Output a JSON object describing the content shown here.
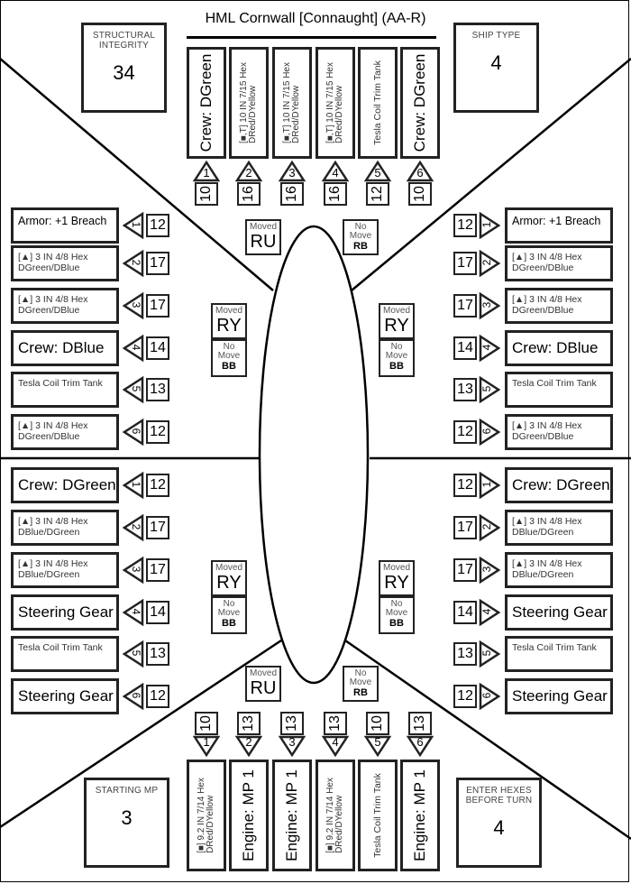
{
  "title": "HML Cornwall [Connaught] (AA-R)",
  "stats": {
    "structural_integrity": {
      "label": "STRUCTURAL INTEGRITY",
      "value": "34"
    },
    "ship_type": {
      "label": "SHIP TYPE",
      "value": "4"
    },
    "starting_mp": {
      "label": "STARTING MP",
      "value": "3"
    },
    "enter_hexes": {
      "label": "ENTER HEXES BEFORE TURN",
      "value": "4"
    }
  },
  "bow": {
    "slots": [
      {
        "num": "1",
        "value": "10",
        "text": "Crew: DGreen",
        "style": "big"
      },
      {
        "num": "2",
        "value": "16",
        "text": "[■,T] 10 IN 7/15 Hex\nDRed/DYellow",
        "style": "small"
      },
      {
        "num": "3",
        "value": "16",
        "text": "[■,T] 10 IN 7/15 Hex\nDRed/DYellow",
        "style": "small"
      },
      {
        "num": "4",
        "value": "16",
        "text": "[■,T] 10 IN 7/15 Hex\nDRed/DYellow",
        "style": "small"
      },
      {
        "num": "5",
        "value": "12",
        "text": "Tesla Coil Trim Tank",
        "style": "tesla"
      },
      {
        "num": "6",
        "value": "10",
        "text": "Crew: DGreen",
        "style": "big"
      }
    ],
    "status_left": {
      "top": "Moved",
      "code": "RU"
    },
    "status_right": {
      "top": "No Move",
      "code": "RB"
    }
  },
  "stern": {
    "slots": [
      {
        "num": "1",
        "value": "10",
        "text": "[■] 9.2 IN 7/14 Hex\nDRed/DYellow",
        "style": "small"
      },
      {
        "num": "2",
        "value": "13",
        "text": "Engine: MP 1",
        "style": "big"
      },
      {
        "num": "3",
        "value": "13",
        "text": "Engine: MP 1",
        "style": "big"
      },
      {
        "num": "4",
        "value": "13",
        "text": "[■] 9.2 IN 7/14 Hex\nDRed/DYellow",
        "style": "small"
      },
      {
        "num": "5",
        "value": "10",
        "text": "Tesla Coil Trim Tank",
        "style": "tesla"
      },
      {
        "num": "6",
        "value": "13",
        "text": "Engine: MP 1",
        "style": "big"
      }
    ],
    "status_left": {
      "top": "Moved",
      "code": "RU"
    },
    "status_right": {
      "top": "No Move",
      "code": "RB"
    }
  },
  "port_fore": {
    "slots": [
      {
        "num": "1",
        "value": "12",
        "text": "Armor: +1 Breach",
        "style": "med"
      },
      {
        "num": "2",
        "value": "17",
        "text": "[▲] 3 IN 4/8 Hex\nDGreen/DBlue",
        "style": "small"
      },
      {
        "num": "3",
        "value": "17",
        "text": "[▲] 3 IN 4/8 Hex\nDGreen/DBlue",
        "style": "small"
      },
      {
        "num": "4",
        "value": "14",
        "text": "Crew: DBlue",
        "style": "big"
      },
      {
        "num": "5",
        "value": "13",
        "text": "Tesla Coil Trim Tank",
        "style": "small"
      },
      {
        "num": "6",
        "value": "12",
        "text": "[▲] 3 IN 4/8 Hex\nDGreen/DBlue",
        "style": "small"
      }
    ],
    "status": {
      "moved": "Moved",
      "moved_code": "RY",
      "nomove": "No Move",
      "nomove_code": "BB"
    }
  },
  "starboard_fore": {
    "slots": [
      {
        "num": "1",
        "value": "12",
        "text": "Armor: +1 Breach",
        "style": "med"
      },
      {
        "num": "2",
        "value": "17",
        "text": "[▲] 3 IN 4/8 Hex\nDGreen/DBlue",
        "style": "small"
      },
      {
        "num": "3",
        "value": "17",
        "text": "[▲] 3 IN 4/8 Hex\nDGreen/DBlue",
        "style": "small"
      },
      {
        "num": "4",
        "value": "14",
        "text": "Crew: DBlue",
        "style": "big"
      },
      {
        "num": "5",
        "value": "13",
        "text": "Tesla Coil Trim Tank",
        "style": "small"
      },
      {
        "num": "6",
        "value": "12",
        "text": "[▲] 3 IN 4/8 Hex\nDGreen/DBlue",
        "style": "small"
      }
    ],
    "status": {
      "moved": "Moved",
      "moved_code": "RY",
      "nomove": "No Move",
      "nomove_code": "BB"
    }
  },
  "port_aft": {
    "slots": [
      {
        "num": "1",
        "value": "12",
        "text": "Crew: DGreen",
        "style": "big"
      },
      {
        "num": "2",
        "value": "17",
        "text": "[▲] 3 IN 4/8 Hex\nDBlue/DGreen",
        "style": "small"
      },
      {
        "num": "3",
        "value": "17",
        "text": "[▲] 3 IN 4/8 Hex\nDBlue/DGreen",
        "style": "small"
      },
      {
        "num": "4",
        "value": "14",
        "text": "Steering Gear",
        "style": "big"
      },
      {
        "num": "5",
        "value": "13",
        "text": "Tesla Coil Trim Tank",
        "style": "small"
      },
      {
        "num": "6",
        "value": "12",
        "text": "Steering Gear",
        "style": "big"
      }
    ],
    "status": {
      "moved": "Moved",
      "moved_code": "RY",
      "nomove": "No Move",
      "nomove_code": "BB"
    }
  },
  "starboard_aft": {
    "slots": [
      {
        "num": "1",
        "value": "12",
        "text": "Crew: DGreen",
        "style": "big"
      },
      {
        "num": "2",
        "value": "17",
        "text": "[▲] 3 IN 4/8 Hex\nDBlue/DGreen",
        "style": "small"
      },
      {
        "num": "3",
        "value": "17",
        "text": "[▲] 3 IN 4/8 Hex\nDBlue/DGreen",
        "style": "small"
      },
      {
        "num": "4",
        "value": "14",
        "text": "Steering Gear",
        "style": "big"
      },
      {
        "num": "5",
        "value": "13",
        "text": "Tesla Coil Trim Tank",
        "style": "small"
      },
      {
        "num": "6",
        "value": "12",
        "text": "Steering Gear",
        "style": "big"
      }
    ],
    "status": {
      "moved": "Moved",
      "moved_code": "RY",
      "nomove": "No Move",
      "nomove_code": "BB"
    }
  }
}
